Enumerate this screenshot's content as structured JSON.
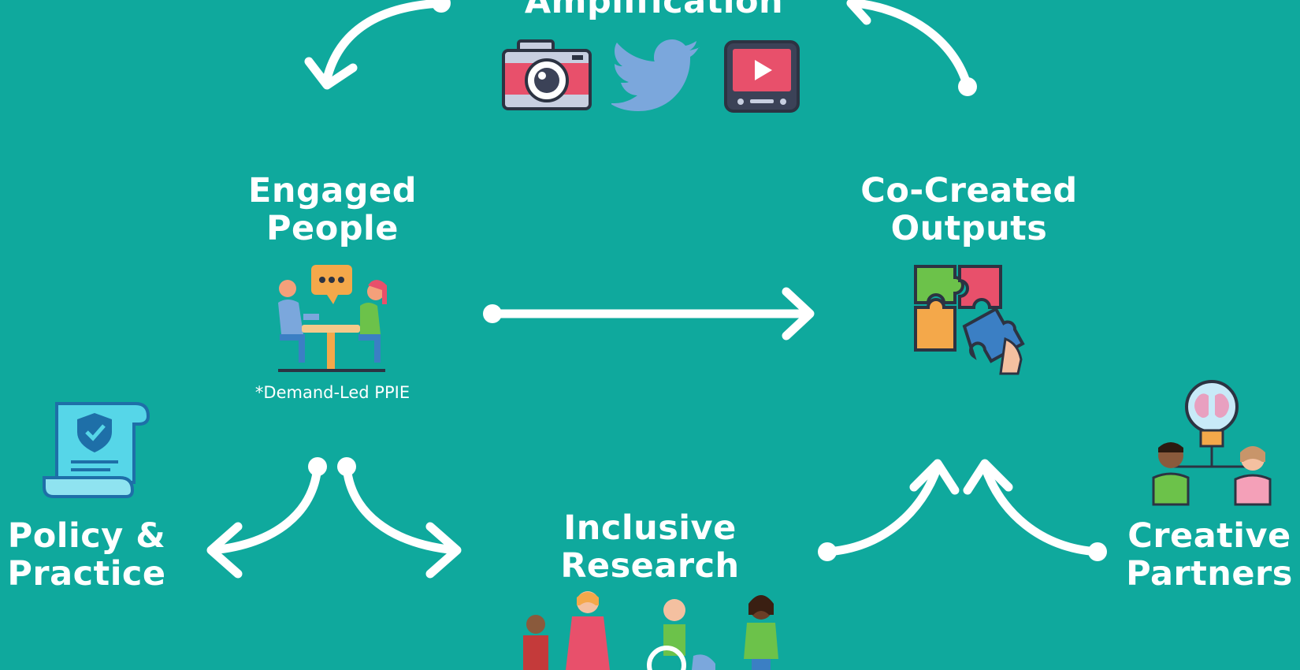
{
  "diagram": {
    "top": {
      "label": "Amplification",
      "icons": [
        "camera-icon",
        "twitter-bird-icon",
        "video-player-icon"
      ]
    },
    "left_top": {
      "line1": "Engaged",
      "line2": "People",
      "note": "*Demand-Led PPIE",
      "icon": "meeting-people-icon"
    },
    "right_top": {
      "line1": "Co-Created",
      "line2": "Outputs",
      "icon": "puzzle-icon"
    },
    "bottom": {
      "line1": "Inclusive",
      "line2": "Research",
      "icon": "diverse-people-icon"
    },
    "far_left": {
      "line1": "Policy &",
      "line2": "Practice",
      "icon": "policy-document-icon"
    },
    "far_right": {
      "line1": "Creative",
      "line2": "Partners",
      "icon": "idea-partners-icon"
    }
  },
  "colors": {
    "background": "#0fa99d",
    "arrows": "#ffffff"
  }
}
